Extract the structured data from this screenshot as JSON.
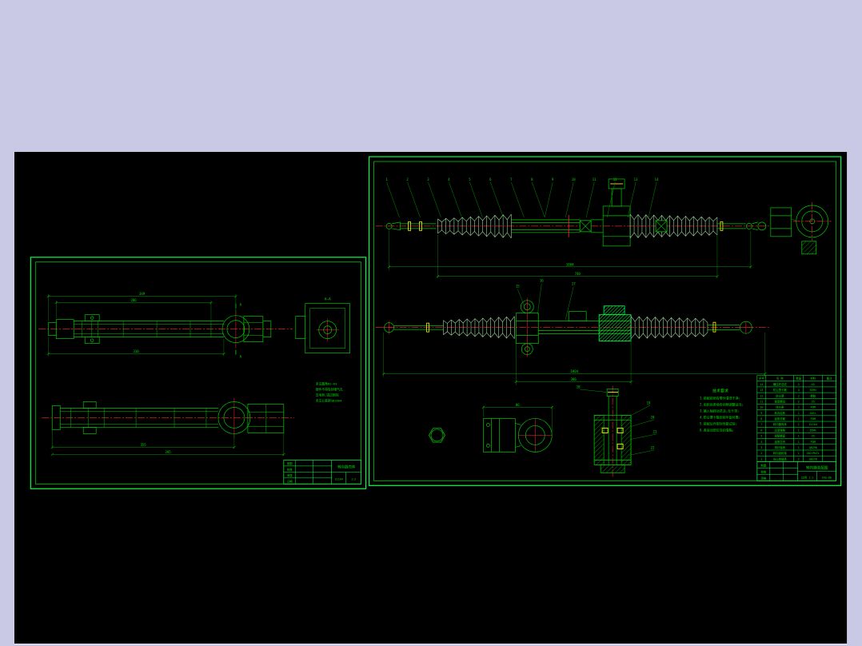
{
  "canvas": {
    "background": "#000000",
    "page_background": "#c9c9e6"
  },
  "colors": {
    "line": "#00c800",
    "bright": "#00ff41",
    "dim": "#00a000",
    "center": "#ff2b2b",
    "accent": "#ffee00",
    "text": "#00dd00",
    "lt": "#a8e8a8"
  },
  "right_sheet": {
    "balloons_top": [
      "1",
      "2",
      "3",
      "4",
      "5",
      "6",
      "7",
      "8",
      "9",
      "10",
      "11",
      "12",
      "13",
      "14"
    ],
    "balloons_mid": [
      "15",
      "16",
      "17"
    ],
    "balloons_detail": [
      "18",
      "19",
      "20",
      "21",
      "22"
    ],
    "dims": {
      "top_overall": "1004",
      "top_boots": "740",
      "mid_overall": "1004",
      "mid_housing": "386",
      "yoke_width": "86"
    },
    "notes": {
      "title": "技术要求",
      "lines": [
        "1.装配前所有零件清洗干净;",
        "2.齿轮齿条啮合间隙调整适当;",
        "3.输入轴转动灵活,无卡滞;",
        "4.防尘罩卡箍安装牢固可靠;",
        "5.装配后作密封性能试验;",
        "6.各运动部位涂润滑脂。"
      ]
    },
    "bom": {
      "headers": [
        "序号",
        "名  称",
        "数量",
        "材料",
        "备注"
      ],
      "rows": [
        [
          "14",
          "横拉杆总成",
          "2",
          "45",
          ""
        ],
        [
          "13",
          "防尘罩卡箍",
          "4",
          "65Mn",
          ""
        ],
        [
          "12",
          "防尘罩",
          "2",
          "橡胶",
          ""
        ],
        [
          "11",
          "锁紧螺母",
          "2",
          "35",
          ""
        ],
        [
          "10",
          "球头座",
          "2",
          "POM",
          ""
        ],
        [
          "9",
          "转向齿条",
          "1",
          "40Cr",
          ""
        ],
        [
          "8",
          "齿条衬套",
          "1",
          "POM",
          ""
        ],
        [
          "7",
          "转向器壳体",
          "1",
          "ZL104",
          ""
        ],
        [
          "6",
          "压紧弹簧",
          "1",
          "65Mn",
          ""
        ],
        [
          "5",
          "调整螺塞",
          "1",
          "35",
          ""
        ],
        [
          "4",
          "齿条压块",
          "1",
          "POM",
          ""
        ],
        [
          "3",
          "滚针轴承",
          "1",
          "GB290",
          ""
        ],
        [
          "2",
          "转向齿轮轴",
          "1",
          "20CrMnTi",
          ""
        ],
        [
          "1",
          "向心球轴承",
          "2",
          "GB276",
          ""
        ]
      ]
    },
    "title_block": {
      "drawing_name": "转向器装配图",
      "drawing_no": "ZXQ-00",
      "scale": "比例 1:1",
      "cells": [
        "制图",
        "校核",
        "审核"
      ]
    }
  },
  "left_sheet": {
    "section_label": "A—A",
    "view_arrow": "A",
    "dims": {
      "overall": "349",
      "tube": "286",
      "below": "310",
      "bottom_overall": "355",
      "bottom_full": "395"
    },
    "notes_lines": [
      "未注圆角R2~R3",
      "铸件不得有砂眼气孔",
      "去毛刺,锐边倒钝",
      "未注公差按GB1804"
    ],
    "title_block": {
      "part_name": "转向器壳体",
      "material": "ZL104",
      "scale": "1:2",
      "cells": [
        "制图",
        "校核",
        "审核",
        "日期"
      ]
    }
  }
}
